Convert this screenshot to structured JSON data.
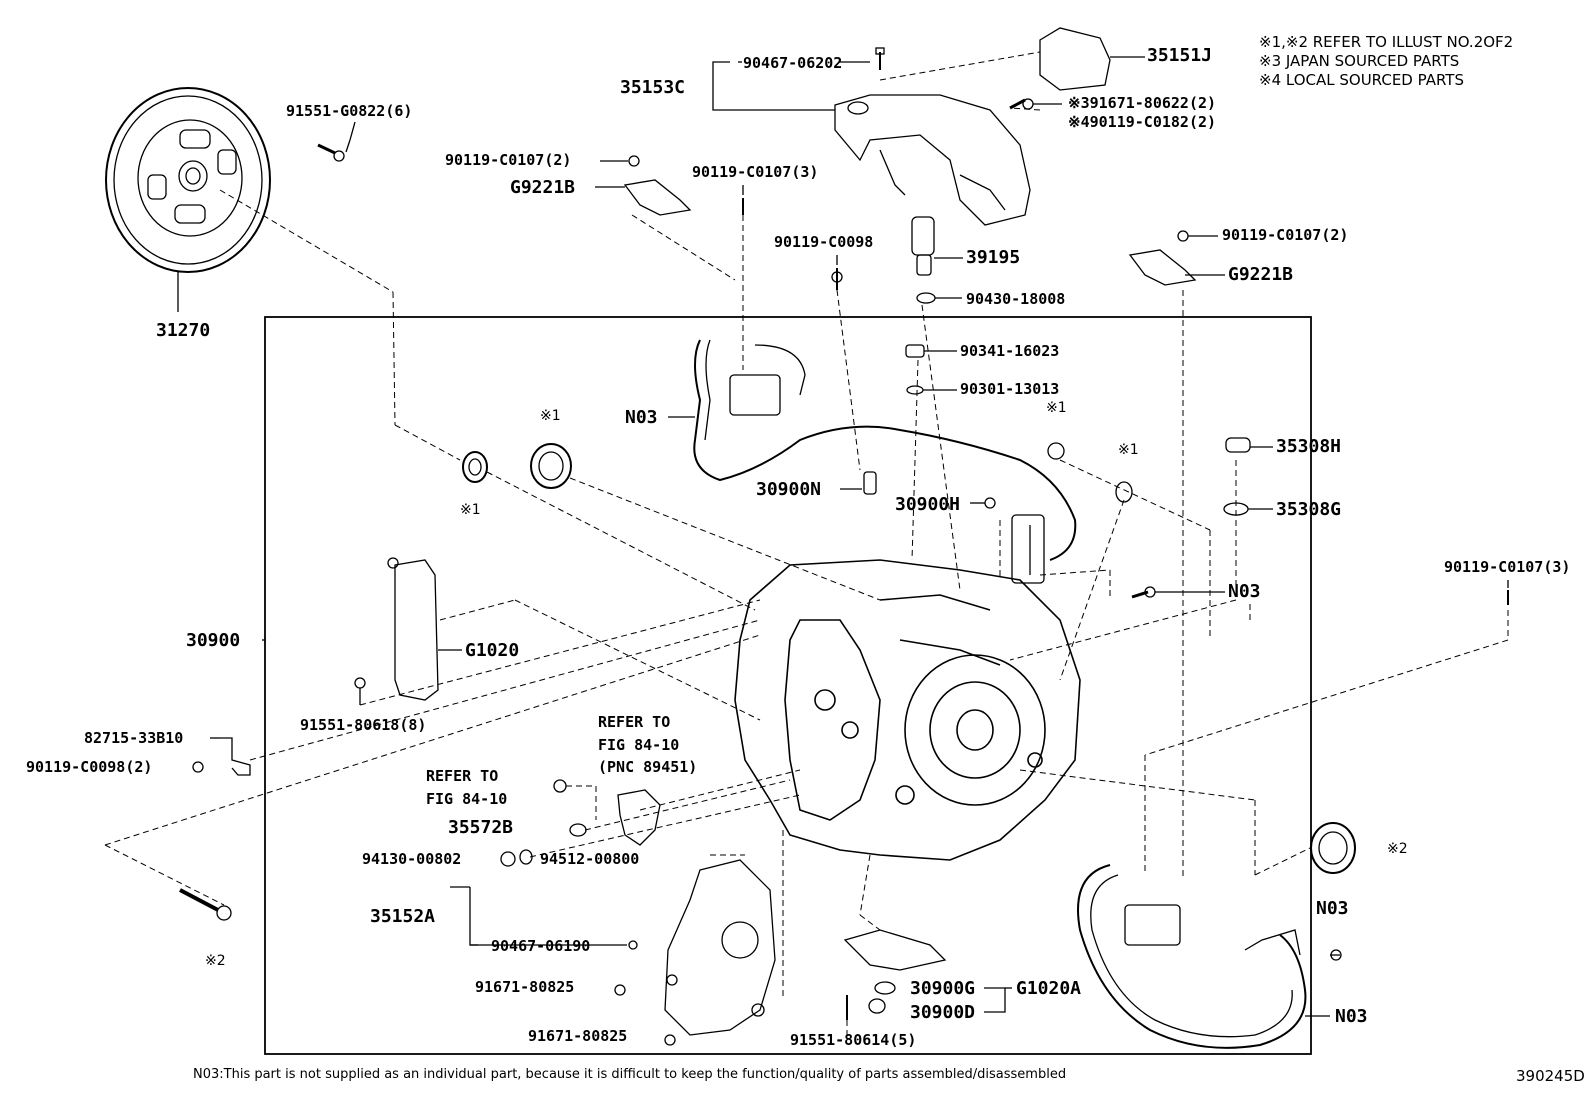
{
  "notes": [
    "※1,※2 REFER TO ILLUST NO.2OF2",
    "※3 JAPAN SOURCED PARTS",
    "※4 LOCAL SOURCED PARTS"
  ],
  "footer_note": "N03:This part is not supplied as an individual part, because it is difficult to keep the function/quality of parts assembled/disassembled",
  "illustration_id": "390245D",
  "marks": {
    "m1": "※1",
    "m2": "※2"
  },
  "parts": {
    "p31270": "31270",
    "p91551_G0822": "91551-G0822(6)",
    "p90119_C0107_2a": "90119-C0107(2)",
    "pG9221B_a": "G9221B",
    "p90119_C0107_3a": "90119-C0107(3)",
    "p35153C": "35153C",
    "p90467_06202": "90467-06202",
    "p35151J": "35151J",
    "p391671_80622": "※391671-80622(2)",
    "p490119_C0182": "※490119-C0182(2)",
    "p90119_C0098": "90119-C0098",
    "p39195": "39195",
    "p90430_18008": "90430-18008",
    "p90119_C0107_2b": "90119-C0107(2)",
    "pG9221B_b": "G9221B",
    "p90341_16023": "90341-16023",
    "p90301_13013": "90301-13013",
    "pN03_a": "N03",
    "p35308H": "35308H",
    "p35308G": "35308G",
    "p30900N": "30900N",
    "p30900H": "30900H",
    "pN03_b": "N03",
    "p90119_C0107_3b": "90119-C0107(3)",
    "p30900": "30900",
    "pG1020": "G1020",
    "p82715_33B10": "82715-33B10",
    "p90119_C0098_2": "90119-C0098(2)",
    "p91551_80618": "91551-80618(8)",
    "refer_to_1": "REFER TO",
    "fig_84_10_1": "FIG 84-10",
    "pnc_89451": "(PNC 89451)",
    "refer_to_2": "REFER TO",
    "fig_84_10_2": "FIG 84-10",
    "p35572B": "35572B",
    "p94130_00802": "94130-00802",
    "p94512_00800": "94512-00800",
    "p35152A": "35152A",
    "p90467_06190": "90467-06190",
    "p91671_80825_a": "91671-80825",
    "p91671_80825_b": "91671-80825",
    "p30900G": "30900G",
    "pG1020A": "G1020A",
    "p30900D": "30900D",
    "p91551_80614": "91551-80614(5)",
    "pN03_c": "N03",
    "pN03_d": "N03"
  }
}
